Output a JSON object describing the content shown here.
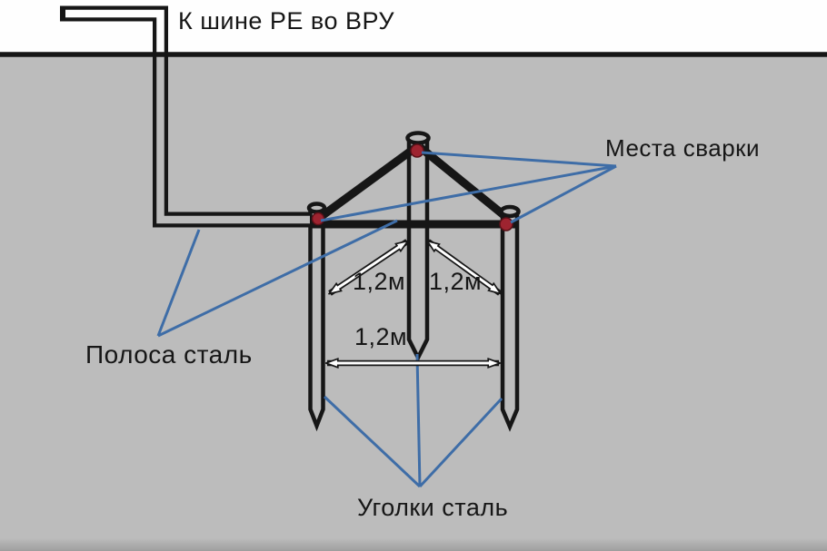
{
  "diagram": {
    "title": "К шине PE во ВРУ",
    "labels": {
      "welds": "Места сварки",
      "strip": "Полоса сталь",
      "angles": "Уголки сталь"
    },
    "dimensions": {
      "left_diagonal": "1,2м",
      "right_diagonal": "1,2м",
      "bottom": "1,2м"
    },
    "colors": {
      "soil": "#bcbcbc",
      "air": "#fefefe",
      "outline": "#161616",
      "pointer_blue": "#3e6da7",
      "weld_red": "#9e2430"
    }
  }
}
